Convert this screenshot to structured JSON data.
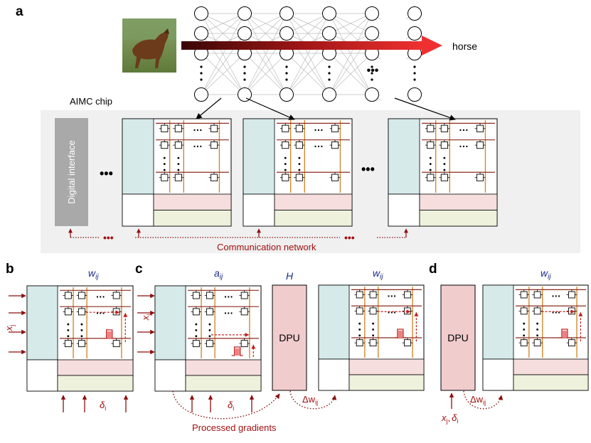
{
  "panels": {
    "a": "a",
    "b": "b",
    "c": "c",
    "d": "d"
  },
  "network": {
    "output_label": "horse"
  },
  "chip": {
    "title": "AIMC chip",
    "digital_interface": "Digital interface",
    "communication_network": "Communication network",
    "ellipsis": "•••"
  },
  "labels": {
    "w": "w",
    "ij": "ij",
    "a": "a",
    "x": "x",
    "j": "j",
    "delta": "δ",
    "i": "i",
    "H": "H",
    "DPU": "DPU",
    "delta_w": "Δw",
    "processed_gradients": "Processed gradients",
    "comma": ","
  },
  "colors": {
    "dark_red": "#8b0f0f",
    "arrow_red": "#ee3030",
    "teal": "#d6eaea",
    "pink": "#f5dedd",
    "green": "#eef1dc",
    "dpu": "#f1cccd",
    "crossbar_orange": "#d08a30",
    "crossbar_brown": "#8c2b1e",
    "chip_bg": "#f0f0f0",
    "gray_block": "#a9a9a9"
  }
}
